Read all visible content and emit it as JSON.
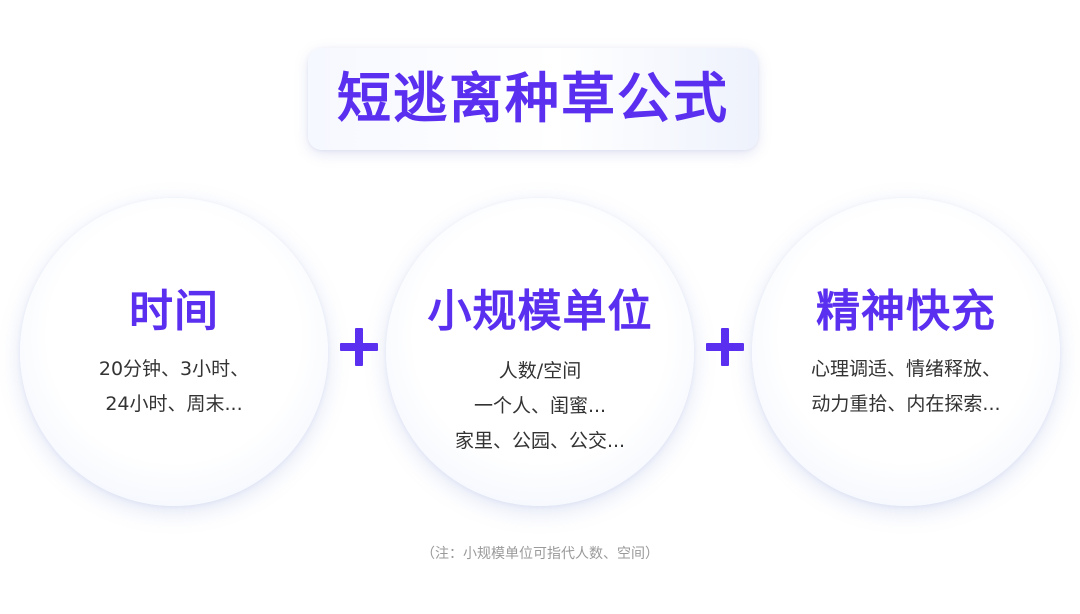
{
  "title": "短逃离种草公式",
  "circles": [
    {
      "heading": "时间",
      "lines": [
        "20分钟、3小时、",
        "24小时、周末..."
      ]
    },
    {
      "heading": "小规模单位",
      "lines": [
        "人数/空间",
        "一个人、闺蜜...",
        "家里、公园、公交..."
      ]
    },
    {
      "heading": "精神快充",
      "lines": [
        "心理调适、情绪释放、",
        "动力重拾、内在探索..."
      ]
    }
  ],
  "operators": [
    "plus-icon",
    "plus-icon"
  ],
  "note": "（注：小规模单位可指代人数、空间）",
  "colors": {
    "accent": "#5b2ff0",
    "body_text": "#333333",
    "note_text": "#9a9a9a"
  }
}
